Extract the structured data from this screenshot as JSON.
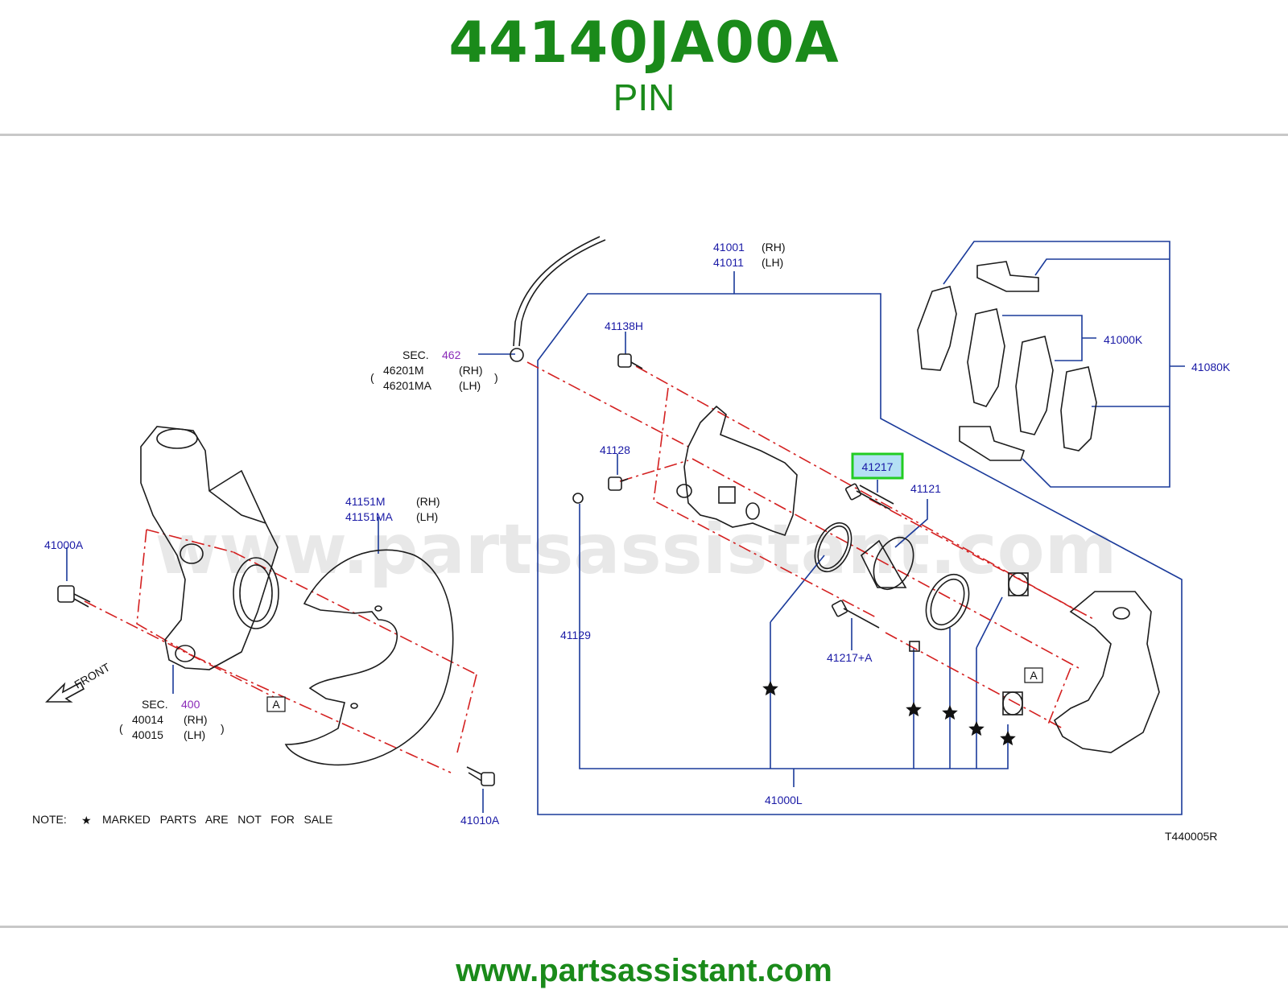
{
  "header": {
    "part_number": "44140JA00A",
    "part_name": "PIN",
    "website": "www.partsassistant.com"
  },
  "watermark": "www.partsassistant.com",
  "colors": {
    "title_green": "#1a8a1a",
    "label_blue": "#1a1aa6",
    "section_purple": "#8a2ab8",
    "chain_red": "#d42020",
    "highlight_box": "#22cc22"
  },
  "diagram": {
    "drawing_code": "T440005R",
    "labels": {
      "p41001": "41001",
      "p41011": "41011",
      "p41138H": "41138H",
      "p41128": "41128",
      "p41129": "41129",
      "p41217": "41217",
      "p41121": "41121",
      "p41217A": "41217+A",
      "p41000K": "41000K",
      "p41080K": "41080K",
      "p41000L": "41000L",
      "p41151M": "41151M",
      "p41151MA": "41151MA",
      "p41000A": "41000A",
      "p41010A": "41010A",
      "p46201M": "46201M",
      "p46201MA": "46201MA",
      "p40014": "40014",
      "p40015": "40015",
      "rh": "(RH)",
      "lh": "(LH)",
      "sec": "SEC.",
      "sec462": "462",
      "sec400": "400",
      "front": "FRONT",
      "ref_a": "A"
    },
    "highlighted_part": "41217",
    "note": {
      "prefix": "NOTE:",
      "star": "★",
      "text": "MARKED   PARTS   ARE   NOT   FOR   SALE"
    }
  }
}
